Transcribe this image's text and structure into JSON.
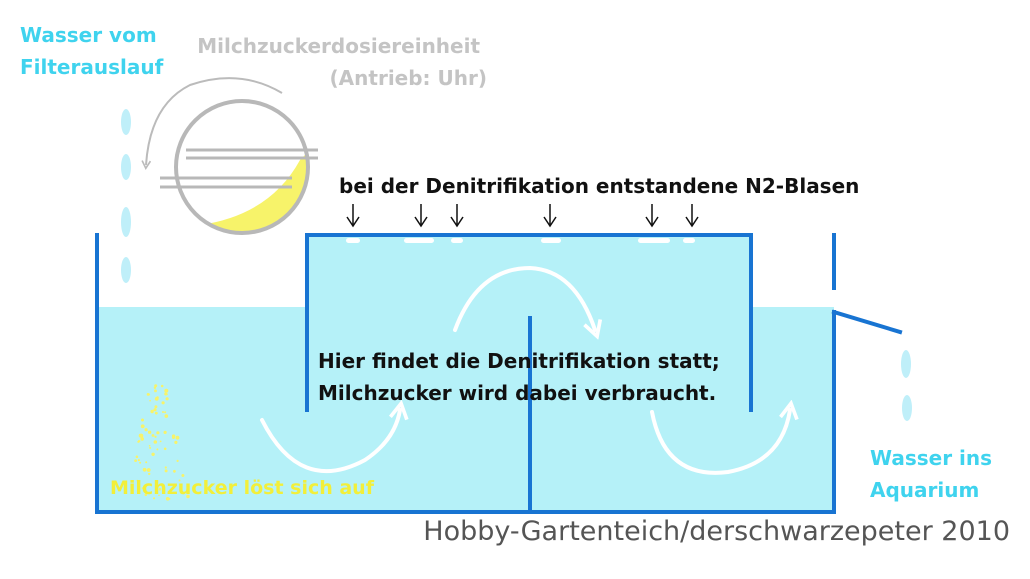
{
  "labels": {
    "water_inlet": [
      "Wasser vom",
      "Filterauslauf"
    ],
    "dosing_unit": [
      "Milchzuckerdosiereinheit",
      "(Antrieb: Uhr)"
    ],
    "n2_bubbles": "bei der Denitrifikation entstandene N2-Blasen",
    "denitrification": [
      "Hier findet die Denitrifikation statt;",
      "Milchzucker wird dabei verbraucht."
    ],
    "lactose_dissolves": "Milchzucker löst sich auf",
    "water_outlet": [
      "Wasser ins",
      "Aquarium"
    ],
    "credit": "Hobby-Gartenteich/derschwarzepeter 2010"
  },
  "colors": {
    "water": "#b5f1f8",
    "wall": "#1874d2",
    "label_cyan": "#3fd3ee",
    "label_grey": "#c4c4c4",
    "label_yellow": "#f2ef3a",
    "lactose": "#f7f36a",
    "drops": "#bfeff9",
    "flow_arrows": "#ffffff"
  }
}
